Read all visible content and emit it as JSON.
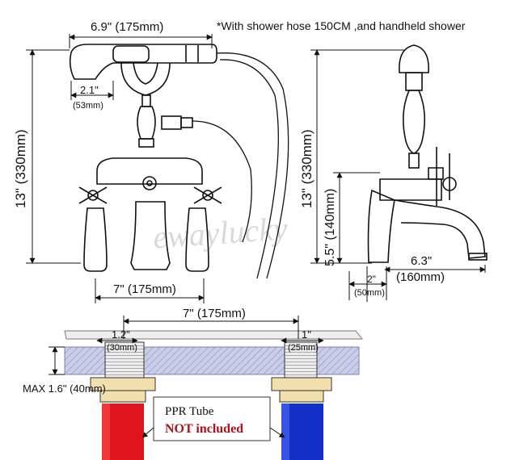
{
  "note": "*With shower hose 150CM ,and handheld shower",
  "watermark": "ewaylucky",
  "dims": {
    "width_top": "6.9\" (175mm)",
    "handle_in": "2.1\"",
    "handle_mm": "(53mm)",
    "height_left": "13\" (330mm)",
    "height_right": "13\" (330mm)",
    "spout_height": "5.5\" (140mm)",
    "spout_len_in": "6.3\"",
    "spout_len_mm": "(160mm)",
    "base_in": "2\"",
    "base_mm": "(50mm)",
    "center_front": "7\" (175mm)",
    "center_install": "7\" (175mm)",
    "left_leg_in": "1.2\"",
    "left_leg_mm": "(30mm)",
    "right_leg_in": "1\"",
    "right_leg_mm": "(25mm)",
    "deck_max": "MAX 1.6\" (40mm)"
  },
  "callout": {
    "line1": "PPR Tube",
    "line2": "NOT included"
  },
  "colors": {
    "note_red": "#b0121a",
    "hot_pipe": "#e0141c",
    "cold_pipe": "#1530c8",
    "deck_fill": "#c9cde6",
    "fitting": "#f1dfae"
  }
}
